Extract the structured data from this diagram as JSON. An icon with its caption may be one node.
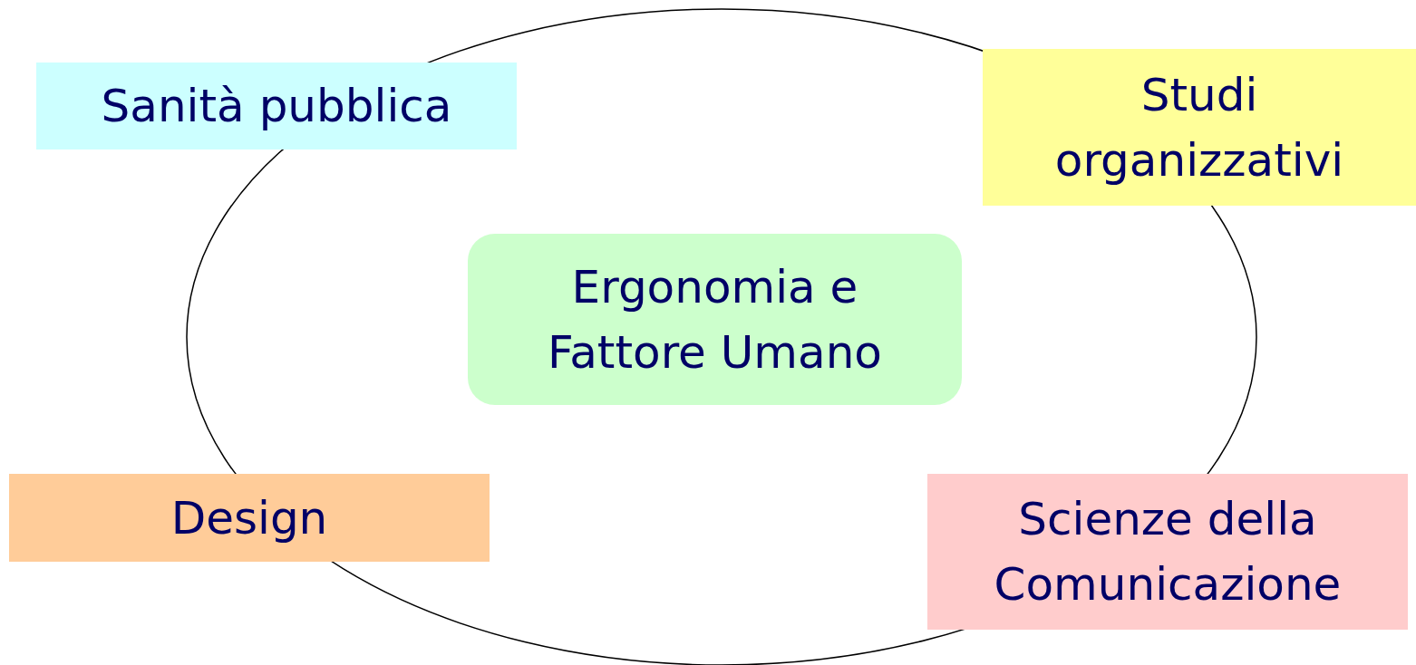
{
  "diagram": {
    "nodes": [
      {
        "text": [
          "Sanità pubblica"
        ]
      },
      {
        "text": [
          "Studi organizzativi"
        ]
      },
      {
        "text": [
          "Ergonomia e Fattore Umano"
        ]
      },
      {
        "text": [
          "Design"
        ]
      },
      {
        "text": [
          "Scienze della Comunicazione"
        ]
      }
    ]
  }
}
